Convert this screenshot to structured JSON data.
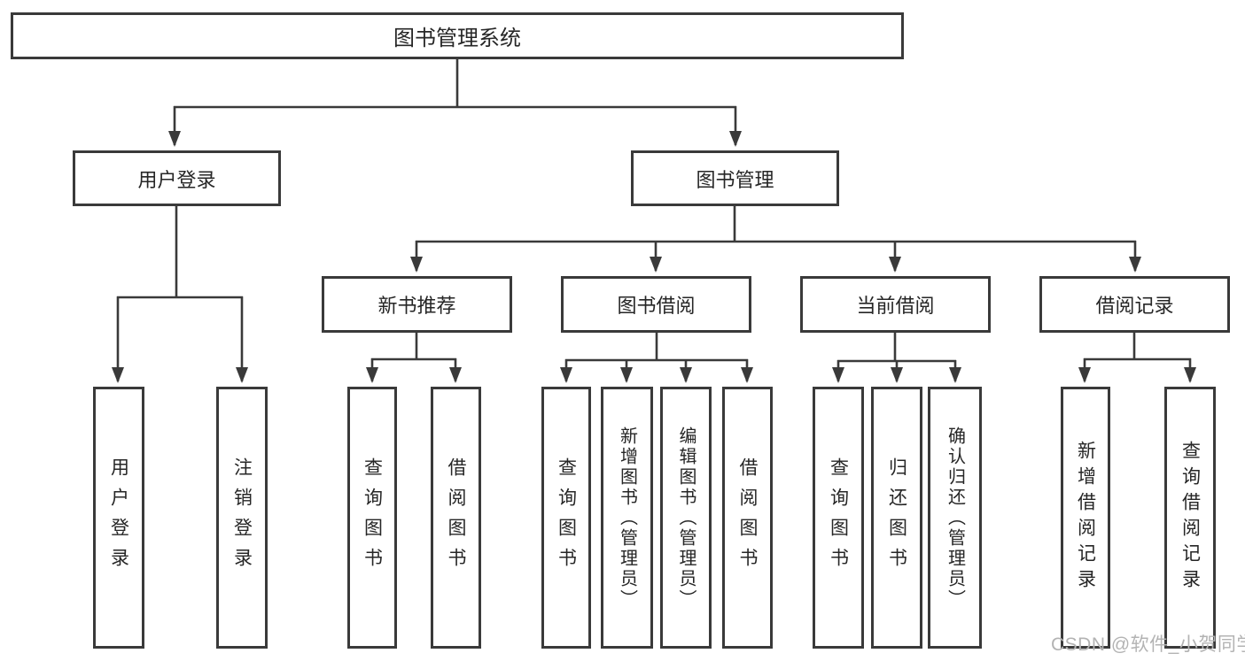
{
  "tree": {
    "root": {
      "label": "图书管理系统"
    },
    "children": [
      {
        "label": "用户登录",
        "children": [
          {
            "label": "用户登录"
          },
          {
            "label": "注销登录"
          }
        ]
      },
      {
        "label": "图书管理",
        "children": [
          {
            "label": "新书推荐",
            "children": [
              {
                "label": "查询图书"
              },
              {
                "label": "借阅图书"
              }
            ]
          },
          {
            "label": "图书借阅",
            "children": [
              {
                "label": "查询图书"
              },
              {
                "label": "新增图书（管理员）"
              },
              {
                "label": "编辑图书（管理员）"
              },
              {
                "label": "借阅图书"
              }
            ]
          },
          {
            "label": "当前借阅",
            "children": [
              {
                "label": "查询图书"
              },
              {
                "label": "归还图书"
              },
              {
                "label": "确认归还（管理员）"
              }
            ]
          },
          {
            "label": "借阅记录",
            "children": [
              {
                "label": "新增借阅记录"
              },
              {
                "label": "查询借阅记录"
              }
            ]
          }
        ]
      }
    ]
  },
  "watermark": {
    "text": "CSDN @软件_小贺同学"
  },
  "colors": {
    "line": "#3a3a3a",
    "text": "#262626",
    "watermark": "#b3b3b3",
    "bg": "#ffffff"
  }
}
